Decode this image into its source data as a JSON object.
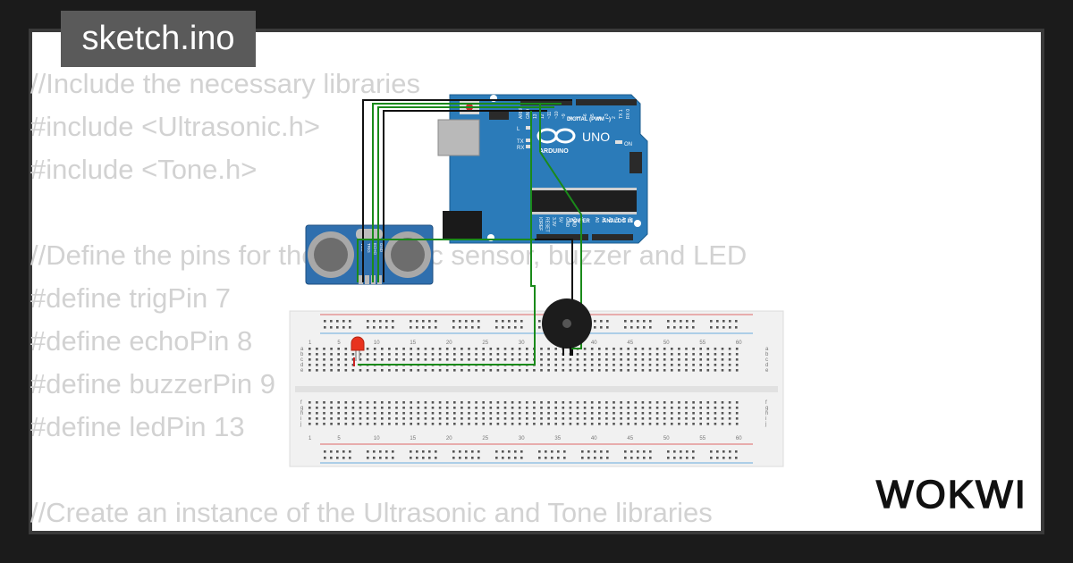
{
  "file_tab": {
    "name": "sketch.ino"
  },
  "code_lines": [
    "//Include the necessary libraries",
    "#include <Ultrasonic.h>",
    "#include <Tone.h>",
    "",
    "//Define the pins for the ultrasonic sensor, buzzer and LED",
    "#define trigPin 7",
    "#define echoPin 8",
    "#define buzzerPin 9",
    "#define ledPin 13",
    "",
    "//Create an instance of the Ultrasonic and Tone libraries"
  ],
  "arduino": {
    "model_label": "UNO",
    "brand_label": "ARDUINO",
    "digital_label": "DIGITAL (PWM ~)",
    "power_label": "POWER",
    "analog_label": "ANALOG IN",
    "on_label": "ON",
    "pin_labels_top": [
      "AREF",
      "GND",
      "13",
      "12",
      "~11",
      "~10",
      "~9",
      "8",
      "7",
      "~6",
      "~5",
      "4",
      "~3",
      "2",
      "TX 1",
      "RX 0"
    ],
    "pin_labels_bottom": [
      "IOREF",
      "RESET",
      "3.3V",
      "5V",
      "GND",
      "GND",
      "Vin",
      "A0",
      "A1",
      "A2",
      "A3",
      "A4",
      "A5"
    ],
    "led_labels": [
      "L",
      "TX",
      "RX"
    ]
  },
  "sensor": {
    "pin_labels": [
      "VCC",
      "TRIG",
      "ECHO",
      "GND"
    ]
  },
  "breadboard": {
    "column_numbers": [
      "1",
      "5",
      "10",
      "15",
      "20",
      "25",
      "30",
      "35",
      "40",
      "45",
      "50",
      "55",
      "60"
    ],
    "row_letters_top": [
      "a",
      "b",
      "c",
      "d",
      "e"
    ],
    "row_letters_bottom": [
      "f",
      "g",
      "h",
      "i",
      "j"
    ]
  },
  "brand": {
    "logo_text": "WOKWI"
  },
  "colors": {
    "board_blue": "#2b7bb9",
    "wire_green": "#1a8a1a",
    "wire_black": "#111111",
    "wire_red": "#cc2222",
    "led_red": "#e8321e"
  }
}
